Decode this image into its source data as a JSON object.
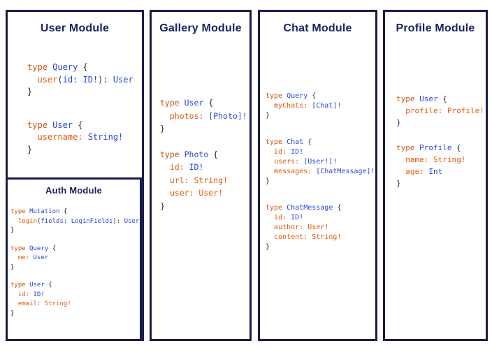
{
  "page": {
    "background": "#ffffff"
  },
  "theme": {
    "css_vars": {
      "border": "#191b4a",
      "title": "#1c2363",
      "c-k": "#bc5a17",
      "c-t": "#2946d2",
      "c-f": "#e0590f",
      "c-p": "#2e2e2e"
    }
  },
  "modules": [
    {
      "id": "user",
      "title": "User Module",
      "blocks": [
        {
          "lines": [
            [
              [
                "type ",
                "k"
              ],
              [
                "Query ",
                "t"
              ],
              [
                "{",
                "p"
              ]
            ],
            [
              [
                "  user",
                "f"
              ],
              [
                "(",
                "p"
              ],
              [
                "id: ID!",
                "t"
              ],
              [
                "): ",
                "p"
              ],
              [
                "User",
                "t"
              ]
            ],
            [
              [
                "}",
                "p"
              ]
            ]
          ]
        },
        {
          "lines": [
            [
              [
                "type ",
                "k"
              ],
              [
                "User ",
                "t"
              ],
              [
                "{",
                "p"
              ]
            ],
            [
              [
                "  username: ",
                "f"
              ],
              [
                "String!",
                "t"
              ]
            ],
            [
              [
                "}",
                "p"
              ]
            ]
          ]
        }
      ],
      "nested": {
        "id": "auth",
        "title": "Auth Module",
        "blocks": [
          {
            "lines": [
              [
                [
                  "type ",
                  "k"
                ],
                [
                  "Mutation ",
                  "t"
                ],
                [
                  "{",
                  "p"
                ]
              ],
              [
                [
                  "  login",
                  "f"
                ],
                [
                  "(",
                  "p"
                ],
                [
                  "fields: LoginFields",
                  "t"
                ],
                [
                  "): ",
                  "p"
                ],
                [
                  "User",
                  "t"
                ]
              ],
              [
                [
                  "}",
                  "p"
                ]
              ]
            ]
          },
          {
            "lines": [
              [
                [
                  "type ",
                  "k"
                ],
                [
                  "Query ",
                  "t"
                ],
                [
                  "{",
                  "p"
                ]
              ],
              [
                [
                  "  me: ",
                  "f"
                ],
                [
                  "User",
                  "t"
                ]
              ],
              [
                [
                  "}",
                  "p"
                ]
              ]
            ]
          },
          {
            "lines": [
              [
                [
                  "type ",
                  "k"
                ],
                [
                  "User ",
                  "t"
                ],
                [
                  "{",
                  "p"
                ]
              ],
              [
                [
                  "  id: ",
                  "f"
                ],
                [
                  "ID!",
                  "t"
                ]
              ],
              [
                [
                  "  email: ",
                  "f"
                ],
                [
                  "String!",
                  "f"
                ]
              ],
              [
                [
                  "}",
                  "p"
                ]
              ]
            ]
          }
        ]
      }
    },
    {
      "id": "gallery",
      "title": "Gallery Module",
      "blocks": [
        {
          "lines": [
            [
              [
                "type ",
                "k"
              ],
              [
                "User ",
                "t"
              ],
              [
                "{",
                "p"
              ]
            ],
            [
              [
                "  photos: ",
                "f"
              ],
              [
                "[Photo]!",
                "t"
              ]
            ],
            [
              [
                "}",
                "p"
              ]
            ]
          ]
        },
        {
          "lines": [
            [
              [
                "type ",
                "k"
              ],
              [
                "Photo ",
                "t"
              ],
              [
                "{",
                "p"
              ]
            ],
            [
              [
                "  id: ",
                "f"
              ],
              [
                "ID!",
                "t"
              ]
            ],
            [
              [
                "  url: ",
                "f"
              ],
              [
                "String!",
                "f"
              ]
            ],
            [
              [
                "  user: ",
                "f"
              ],
              [
                "User!",
                "f"
              ]
            ],
            [
              [
                "}",
                "p"
              ]
            ]
          ]
        }
      ]
    },
    {
      "id": "chat",
      "title": "Chat Module",
      "blocks": [
        {
          "lines": [
            [
              [
                "type ",
                "k"
              ],
              [
                "Query ",
                "t"
              ],
              [
                "{",
                "p"
              ]
            ],
            [
              [
                "  myChats: ",
                "f"
              ],
              [
                "[Chat]!",
                "t"
              ]
            ],
            [
              [
                "}",
                "p"
              ]
            ]
          ]
        },
        {
          "lines": [
            [
              [
                "type ",
                "k"
              ],
              [
                "Chat ",
                "t"
              ],
              [
                "{",
                "p"
              ]
            ],
            [
              [
                "  id: ",
                "f"
              ],
              [
                "ID!",
                "t"
              ]
            ],
            [
              [
                "  users: ",
                "f"
              ],
              [
                "[User!]!",
                "t"
              ]
            ],
            [
              [
                "  messages: ",
                "f"
              ],
              [
                "[ChatMessage]!",
                "t"
              ]
            ],
            [
              [
                "}",
                "p"
              ]
            ]
          ]
        },
        {
          "lines": [
            [
              [
                "type ",
                "k"
              ],
              [
                "ChatMessage ",
                "t"
              ],
              [
                "{",
                "p"
              ]
            ],
            [
              [
                "  id: ",
                "f"
              ],
              [
                "ID!",
                "t"
              ]
            ],
            [
              [
                "  author: ",
                "f"
              ],
              [
                "User!",
                "f"
              ]
            ],
            [
              [
                "  content: ",
                "f"
              ],
              [
                "String!",
                "f"
              ]
            ],
            [
              [
                "}",
                "p"
              ]
            ]
          ]
        }
      ]
    },
    {
      "id": "profile",
      "title": "Profile Module",
      "blocks": [
        {
          "lines": [
            [
              [
                "type ",
                "k"
              ],
              [
                "User ",
                "t"
              ],
              [
                "{",
                "p"
              ]
            ],
            [
              [
                "  profile: ",
                "f"
              ],
              [
                "Profile!",
                "f"
              ]
            ],
            [
              [
                "}",
                "p"
              ]
            ]
          ]
        },
        {
          "lines": [
            [
              [
                "type ",
                "k"
              ],
              [
                "Profile ",
                "t"
              ],
              [
                "{",
                "p"
              ]
            ],
            [
              [
                "  name: ",
                "f"
              ],
              [
                "String!",
                "f"
              ]
            ],
            [
              [
                "  age: ",
                "f"
              ],
              [
                "Int",
                "t"
              ]
            ],
            [
              [
                "}",
                "p"
              ]
            ]
          ]
        }
      ]
    }
  ]
}
